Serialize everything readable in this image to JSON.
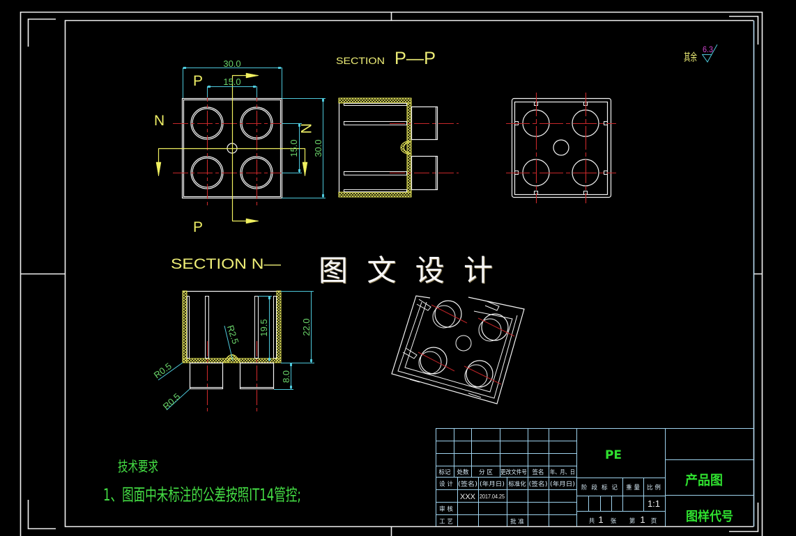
{
  "colors": {
    "background": "#000000",
    "outline": "#f4f4f4",
    "section_hatch": "#e6e65a",
    "dimension_line": "#4ec9dc",
    "dimension_text": "#6ad46a",
    "centerline": "#c8282a",
    "title_block_line": "#9fd3ee",
    "title_text": "#2fe02f",
    "roughness_value": "#cc44cc"
  },
  "surface_finish": {
    "label": "其余",
    "value": "6.3"
  },
  "watermark": "图 文 设 计",
  "views": {
    "plan_view": {
      "cut_labels": {
        "p_top": "P",
        "p_bottom": "P",
        "n_left": "N",
        "n_right": "N"
      },
      "dimensions": {
        "overall_width": "30.0",
        "hole_pitch_x": "15.0",
        "hole_pitch_y": "15.0",
        "overall_height": "30.0"
      }
    },
    "section_p": {
      "title_word": "SECTION",
      "title_mark": "P—P"
    },
    "section_n": {
      "title": "SECTION N—",
      "dimensions": {
        "dome_radius": "R2.5",
        "rib_height": "19.5",
        "body_height": "22.0",
        "boss_height": "8.0",
        "fillet_top": "R0.5",
        "fillet_bottom": "R0.5"
      }
    }
  },
  "technical_requirements": {
    "heading": "技术要求",
    "items": [
      "1、图面中未标注的公差按照IT14管控;"
    ]
  },
  "title_block": {
    "revision_header": [
      "标记",
      "处数",
      "分 区",
      "更改文件号",
      "签名",
      "年、月、日"
    ],
    "design_row": [
      "设 计",
      "(签名)",
      "(年月日)",
      "标准化",
      "(签名)",
      "(年月日)"
    ],
    "designer": "XXX",
    "design_date": "2017.04.25",
    "review_label": "审 核",
    "process_label": "工 艺",
    "approve_label": "批 准",
    "material": "PE",
    "stage_label": "阶 段 标 记",
    "weight_label": "重 量",
    "scale_label": "比 例",
    "scale": "1:1",
    "sheet_total_prefix": "共",
    "sheet_total": "1",
    "sheet_total_suffix": "张",
    "sheet_no_prefix": "第",
    "sheet_no": "1",
    "sheet_no_suffix": "页",
    "drawing_name": "产品图",
    "drawing_number": "图样代号"
  }
}
